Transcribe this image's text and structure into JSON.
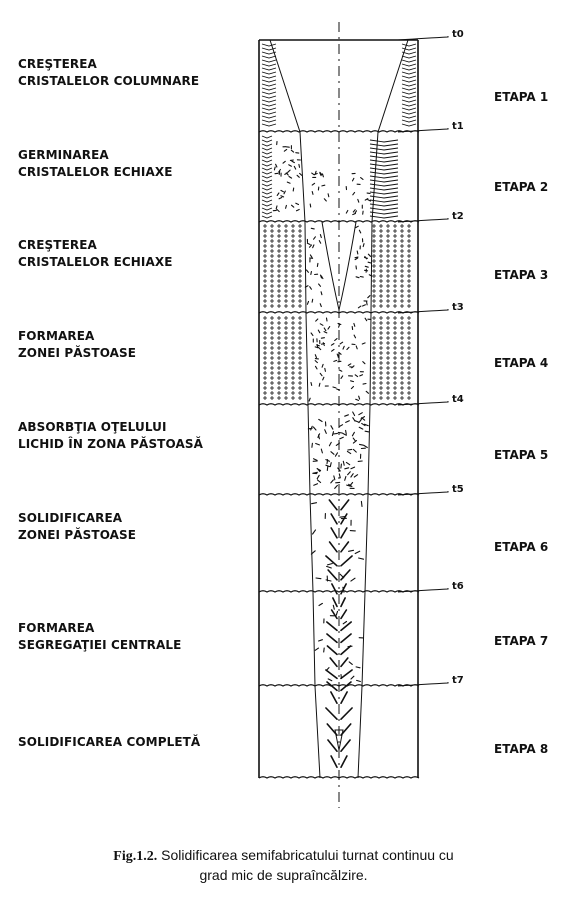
{
  "stages": [
    {
      "lines": [
        "CREŞTEREA",
        "CRISTALELOR COLUMNARE"
      ],
      "etapa": "ETAPA 1"
    },
    {
      "lines": [
        "GERMINAREA",
        "CRISTALELOR ECHIAXE"
      ],
      "etapa": "ETAPA 2"
    },
    {
      "lines": [
        "CREŞTEREA",
        "CRISTALELOR ECHIAXE"
      ],
      "etapa": "ETAPA 3"
    },
    {
      "lines": [
        "FORMAREA",
        "ZONEI PĂSTOASE"
      ],
      "etapa": "ETAPA 4"
    },
    {
      "lines": [
        "ABSORBŢIA OŢELULUI",
        "LICHID ÎN ZONA PĂSTOASĂ"
      ],
      "etapa": "ETAPA 5"
    },
    {
      "lines": [
        "SOLIDIFICAREA",
        "ZONEI PĂSTOASE"
      ],
      "etapa": "ETAPA 6"
    },
    {
      "lines": [
        "FORMAREA",
        "SEGREGAŢIEI CENTRALE"
      ],
      "etapa": "ETAPA 7"
    },
    {
      "lines": [
        "SOLIDIFICAREA COMPLETĂ"
      ],
      "etapa": "ETAPA 8"
    }
  ],
  "time_marks": [
    "t0",
    "t1",
    "t2",
    "t3",
    "t4",
    "t5",
    "t6",
    "t7"
  ],
  "caption": {
    "figure_number": "Fig.1.2.",
    "line1": "Solidificarea semifabricatului turnat continuu cu",
    "line2": "grad mic de supraîncălzire."
  },
  "colors": {
    "ink": "#111111",
    "paper": "#ffffff"
  }
}
